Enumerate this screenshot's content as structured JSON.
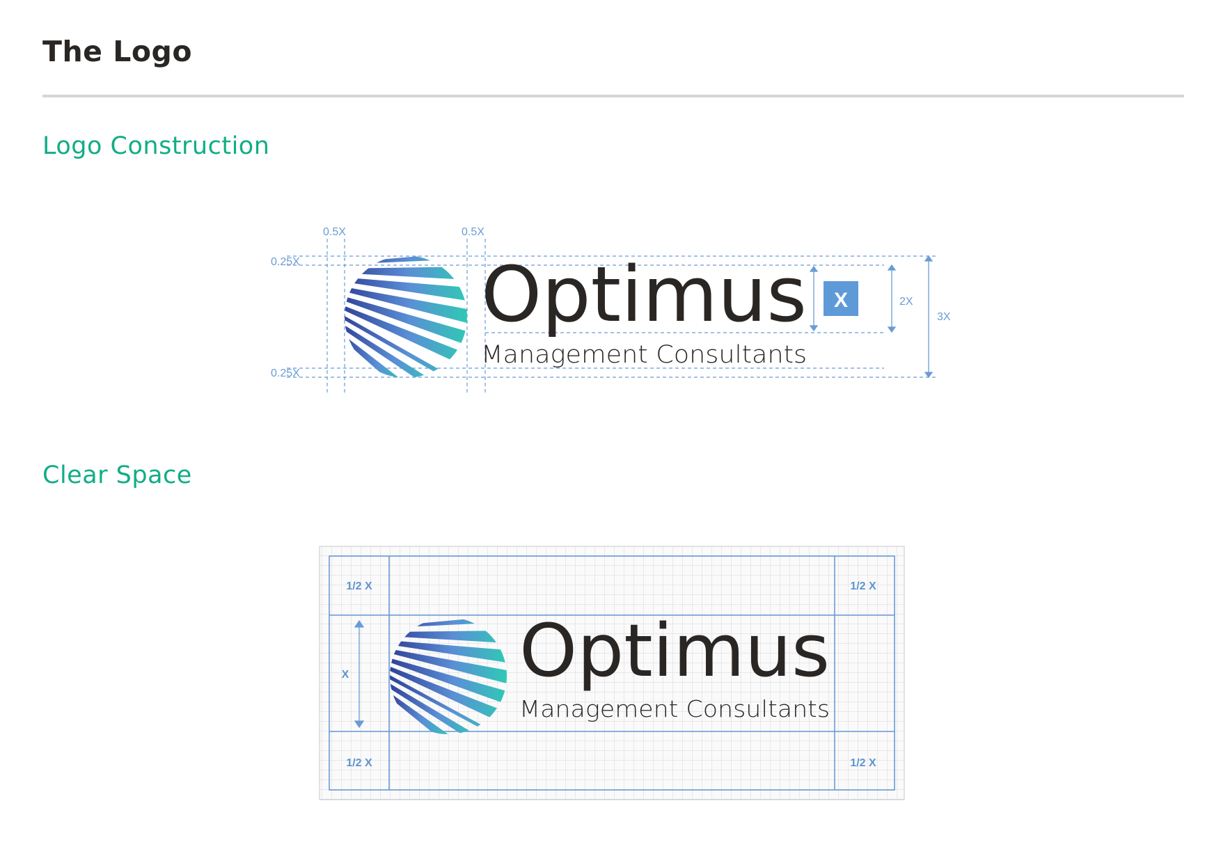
{
  "page": {
    "title": "The Logo"
  },
  "sections": {
    "construction": {
      "title": "Logo Construction"
    },
    "clear_space": {
      "title": "Clear Space"
    }
  },
  "logo": {
    "name": "Optimus",
    "tagline": "Management Consultants",
    "colors": {
      "gradient_start": "#2f3f96",
      "gradient_mid": "#5a8fd6",
      "gradient_end": "#2fc9b5",
      "text": "#2a2624"
    }
  },
  "construction_labels": {
    "half_x_left": "0.5X",
    "half_x_right": "0.5X",
    "quarter_x_top": "0.25X",
    "quarter_x_bottom": "0.25X",
    "x_box": "X",
    "two_x": "2X",
    "three_x": "3X"
  },
  "clear_space_labels": {
    "top_left": "1/2 X",
    "top_right": "1/2 X",
    "bottom_left": "1/2 X",
    "bottom_right": "1/2 X",
    "x": "X"
  },
  "guide_color": "#6a9bd6"
}
